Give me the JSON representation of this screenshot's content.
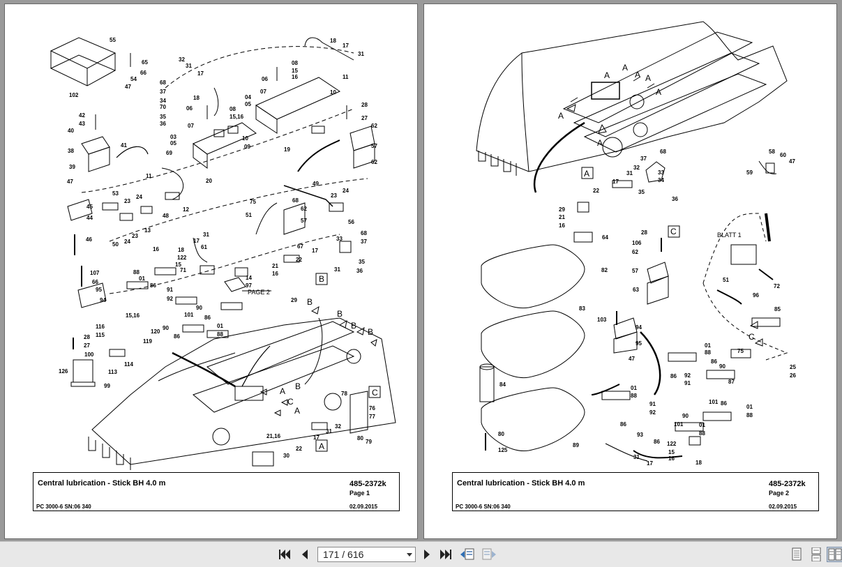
{
  "viewer": {
    "pages": [
      {
        "title": "Central lubrication - Stick BH 4.0 m",
        "doc_no": "485-2372k",
        "page_label": "Page 1",
        "machine": "PC 3000-6 SN:06 340",
        "date": "02.09.2015",
        "ref_page": "PAGE 2",
        "callouts": [
          "A",
          "B",
          "C"
        ]
      },
      {
        "title": "Central lubrication - Stick BH 4.0 m",
        "doc_no": "485-2372k",
        "page_label": "Page 2",
        "machine": "PC 3000-6 SN:06 340",
        "date": "02.09.2015",
        "ref_sheet": "BLATT 1",
        "callouts": [
          "A",
          "C"
        ]
      }
    ]
  },
  "toolbar": {
    "page_indicator": "171 / 616",
    "icons": {
      "first": "first-page-icon",
      "prev": "previous-page-icon",
      "next": "next-page-icon",
      "last": "last-page-icon",
      "back": "go-back-icon",
      "forward": "go-forward-icon",
      "single": "single-page-view-icon",
      "continuous": "continuous-view-icon",
      "facing": "facing-pages-view-icon"
    }
  },
  "labels_p1": [
    "55",
    "65",
    "66",
    "54",
    "47",
    "102",
    "32",
    "31",
    "17",
    "18",
    "68",
    "37",
    "34",
    "70",
    "35",
    "36",
    "06",
    "08",
    "15",
    "16",
    "07",
    "04",
    "05",
    "10",
    "11",
    "42",
    "43",
    "40",
    "41",
    "38",
    "39",
    "03",
    "69",
    "20",
    "07",
    "15,16",
    "09",
    "19",
    "28",
    "27",
    "62",
    "57",
    "62",
    "06",
    "11",
    "47",
    "45",
    "44",
    "53",
    "24",
    "23",
    "12",
    "48",
    "13",
    "23",
    "24",
    "46",
    "50",
    "75",
    "68",
    "62",
    "57",
    "49",
    "23",
    "24",
    "56",
    "51",
    "31",
    "17",
    "61",
    "16",
    "18",
    "122",
    "15",
    "67",
    "33",
    "68",
    "37",
    "35",
    "36",
    "17",
    "31",
    "22",
    "21",
    "16",
    "29",
    "B",
    "71",
    "14",
    "97",
    "107",
    "66",
    "95",
    "94",
    "88",
    "01",
    "86",
    "91",
    "92",
    "90",
    "86",
    "101",
    "01",
    "88",
    "15,16",
    "120",
    "90",
    "86",
    "116",
    "115",
    "119",
    "28",
    "27",
    "100",
    "114",
    "113",
    "126",
    "99",
    "78",
    "76",
    "77",
    "21,16",
    "22",
    "17",
    "31",
    "32",
    "30",
    "80",
    "79"
  ],
  "labels_p2": [
    "A",
    "A",
    "A",
    "A",
    "A",
    "A",
    "A",
    "68",
    "37",
    "32",
    "31",
    "33",
    "34",
    "35",
    "36",
    "22",
    "17",
    "29",
    "21",
    "16",
    "64",
    "28",
    "106",
    "62",
    "57",
    "63",
    "58",
    "60",
    "47",
    "59",
    "82",
    "83",
    "84",
    "80",
    "125",
    "89",
    "103",
    "94",
    "95",
    "47",
    "01",
    "88",
    "86",
    "92",
    "91",
    "90",
    "93",
    "86",
    "122",
    "15",
    "16",
    "18",
    "31",
    "17",
    "86",
    "90",
    "87",
    "101",
    "01",
    "88",
    "86",
    "01",
    "88",
    "96",
    "85",
    "75",
    "25",
    "26",
    "51",
    "72"
  ]
}
